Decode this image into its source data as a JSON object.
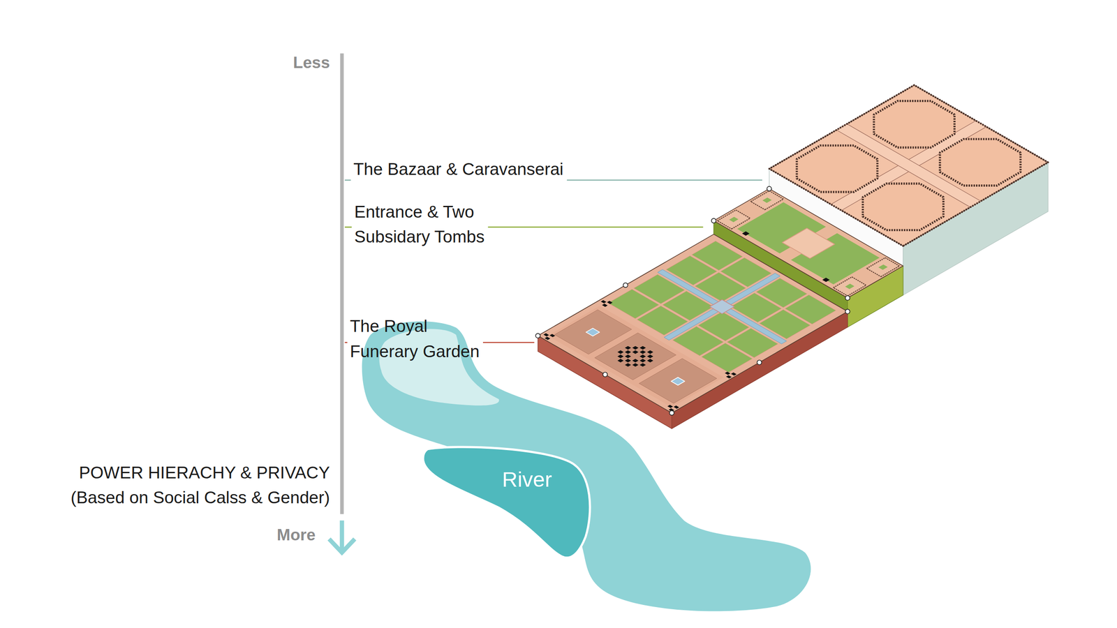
{
  "diagram": {
    "nodes": [
      {
        "text": [
          "River"
        ]
      }
    ],
    "labels": [
      "Less",
      "The Bazaar & Caravanserai",
      "Entrance & Two Subsidary Tombs",
      "The Royal Funerary Garden",
      "POWER HIERACHY & PRIVACY",
      "(Based on Social Calss & Gender)",
      "More"
    ]
  }
}
